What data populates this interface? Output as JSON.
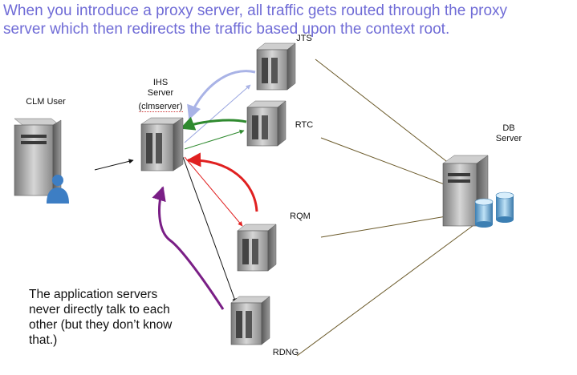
{
  "header": {
    "line1": "When you introduce a proxy server, all traffic gets routed through the proxy",
    "line2": "server which then redirects the traffic based upon the context root."
  },
  "nodes": {
    "clm_user": "CLM User",
    "ihs_line1": "IHS",
    "ihs_line2": "Server",
    "ihs_line3": "(clmserver)",
    "jts": "JTS",
    "rtc": "RTC",
    "rqm": "RQM",
    "rdng": "RDNG",
    "db_line1": "DB",
    "db_line2": "Server"
  },
  "note": "The application servers never directly talk to each other (but they don’t know that.)",
  "colors": {
    "header_text": "#6f6bd6",
    "jts_arrow": "#a9b3e6",
    "rtc_arrow": "#2f8a2f",
    "rqm_arrow": "#e02020",
    "rdng_arrow": "#7a1f86",
    "db_lines": "#6b5a2a"
  }
}
